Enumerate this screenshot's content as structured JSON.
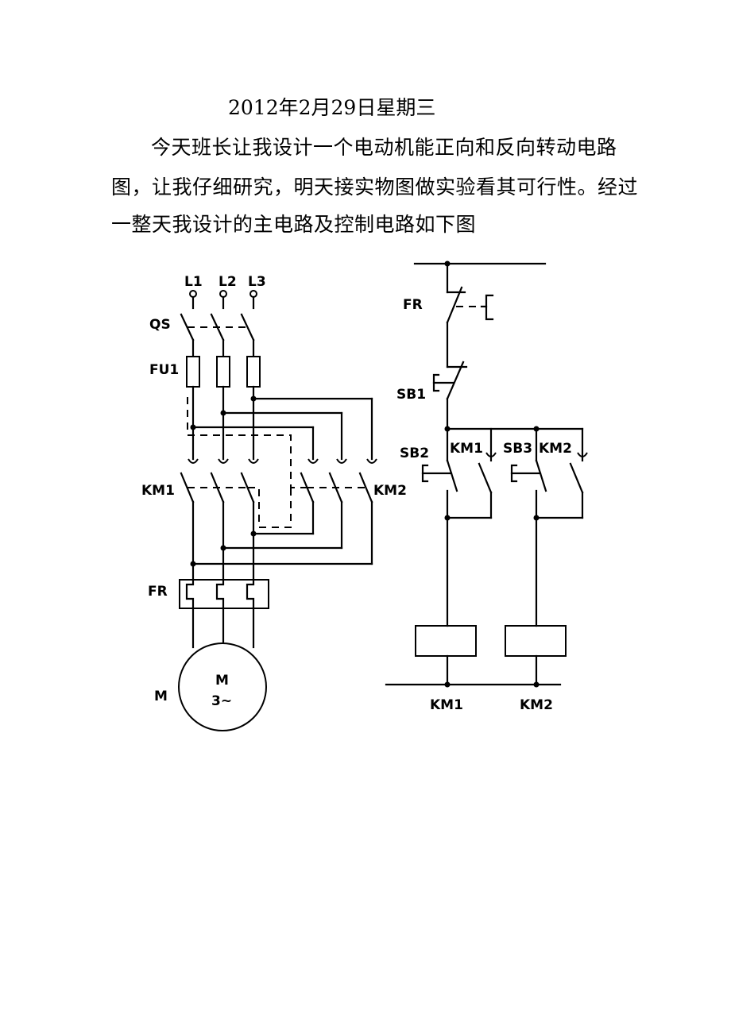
{
  "document": {
    "date": "2012年2月29日星期三",
    "paragraph_lines": [
      "今天班长让我设计一个电动机能正向和反向转动电路",
      "图，让我仔细研究，明天接实物图做实验看其可行性。经过",
      "一整天我设计的主电路及控制电路如下图"
    ]
  },
  "diagram": {
    "main_circuit_labels": {
      "l1": "L1",
      "l2": "L2",
      "l3": "L3",
      "qs": "QS",
      "fu1": "FU1",
      "km1": "KM1",
      "km2": "KM2",
      "fr": "FR",
      "motor_side": "M",
      "motor_name": "M",
      "motor_phase": "3~"
    },
    "control_circuit_labels": {
      "fr": "FR",
      "sb1": "SB1",
      "sb2": "SB2",
      "sb3": "SB3",
      "km1_contact": "KM1",
      "km2_contact": "KM2",
      "coil_km1": "KM1",
      "coil_km2": "KM2"
    }
  }
}
